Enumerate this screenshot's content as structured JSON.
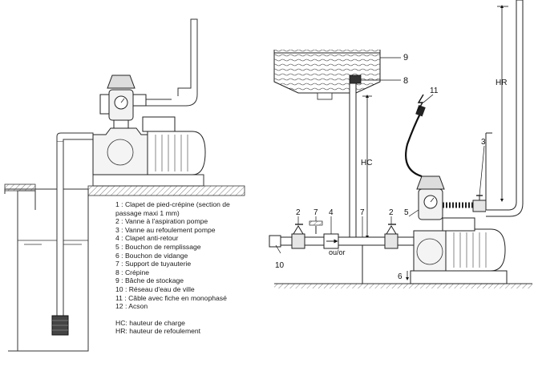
{
  "legend": {
    "items": [
      "1 : Clapet de pied-crépine (section de passage maxi 1 mm)",
      "2 : Vanne à l'aspiration pompe",
      "3 : Vanne au refoulement pompe",
      "4 : Clapet anti-retour",
      "5 : Bouchon de remplissage",
      "6 : Bouchon de vidange",
      "7 : Support de tuyauterie",
      "8 : Crépine",
      "9 : Bâche de stockage",
      "10 : Réseau d'eau de ville",
      "11 : Câble avec fiche en monophasé",
      "12 : Acson"
    ],
    "hc": "HC: hauteur de charge",
    "hr": "HR: hauteur de refoulement"
  },
  "callouts": {
    "c9": "9",
    "c8": "8",
    "c11": "11",
    "c3": "3",
    "hr": "HR",
    "hc": "HC",
    "c2a": "2",
    "c7a": "7",
    "c4": "4",
    "c7b": "7",
    "c2b": "2",
    "c5": "5",
    "c10": "10",
    "ou_or": "ou/or",
    "c6": "6"
  }
}
